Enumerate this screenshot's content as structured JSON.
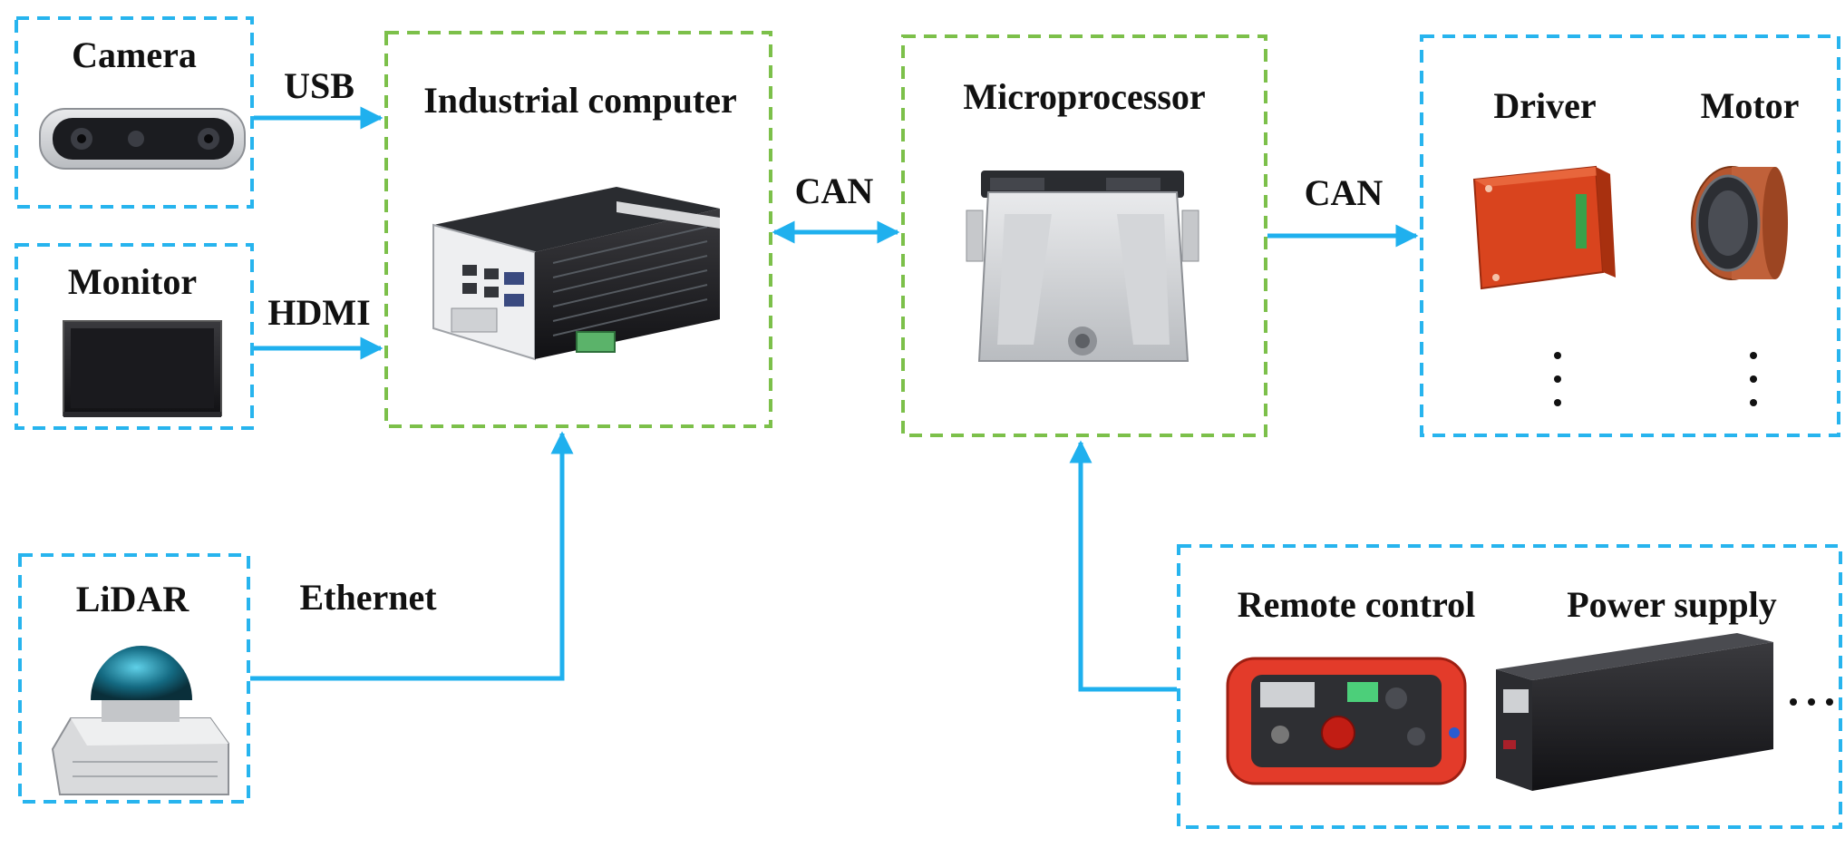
{
  "colors": {
    "sensor_box": "#27b4ee",
    "processor_box": "#7cc04a",
    "link": "#1fb0ee"
  },
  "nodes": {
    "camera": {
      "label": "Camera",
      "icon": "depth-camera-icon"
    },
    "monitor": {
      "label": "Monitor",
      "icon": "monitor-icon"
    },
    "lidar": {
      "label": "LiDAR",
      "icon": "lidar-icon"
    },
    "industrial_computer": {
      "label": "Industrial computer",
      "icon": "industrial-pc-icon"
    },
    "microprocessor": {
      "label": "Microprocessor",
      "icon": "ecu-icon"
    },
    "driver": {
      "label": "Driver",
      "icon": "motor-driver-icon"
    },
    "motor": {
      "label": "Motor",
      "icon": "motor-icon"
    },
    "remote_control": {
      "label": "Remote control",
      "icon": "remote-control-icon"
    },
    "power_supply": {
      "label": "Power supply",
      "icon": "battery-pack-icon"
    }
  },
  "connections": {
    "usb": "USB",
    "hdmi": "HDMI",
    "ethernet": "Ethernet",
    "can_left": "CAN",
    "can_right": "CAN"
  }
}
